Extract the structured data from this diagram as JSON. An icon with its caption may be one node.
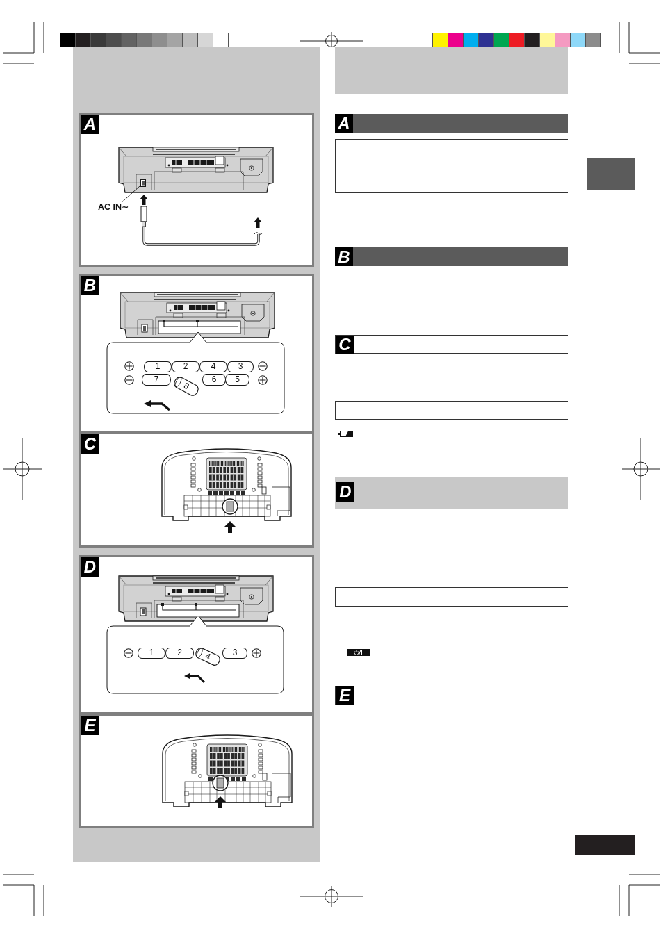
{
  "diagram": {
    "nodes": [
      {
        "text": [
          "A"
        ]
      },
      {
        "text": [
          "AC IN∼"
        ],
        "in": 0
      },
      {
        "text": [],
        "shape": "box",
        "in": 0
      },
      {
        "text": [
          "B"
        ]
      },
      {
        "text": [],
        "shape": "box",
        "in": 3
      },
      {
        "text": [
          "1"
        ],
        "in": 4
      },
      {
        "text": [
          "2"
        ],
        "in": 4
      },
      {
        "text": [
          "4"
        ],
        "in": 4
      },
      {
        "text": [
          "3"
        ],
        "in": 4
      },
      {
        "text": [
          "7"
        ],
        "in": 4
      },
      {
        "text": [
          "8"
        ],
        "in": 4
      },
      {
        "text": [
          "6"
        ],
        "in": 4
      },
      {
        "text": [
          "5"
        ],
        "in": 4
      },
      {
        "text": [
          "C"
        ]
      },
      {
        "text": [
          "D"
        ]
      },
      {
        "text": [],
        "shape": "box",
        "in": 14
      },
      {
        "text": [
          "1"
        ],
        "in": 15
      },
      {
        "text": [
          "2"
        ],
        "in": 15
      },
      {
        "text": [
          "4"
        ],
        "in": 15
      },
      {
        "text": [
          "3"
        ],
        "in": 15
      },
      {
        "text": [
          "E"
        ]
      },
      {
        "text": [],
        "shape": "box"
      },
      {
        "text": [
          "A"
        ]
      },
      {
        "text": [],
        "shape": "box"
      },
      {
        "text": [],
        "shape": "box"
      },
      {
        "text": [
          "B"
        ]
      },
      {
        "text": [
          "C"
        ]
      },
      {
        "text": [],
        "shape": "box"
      },
      {
        "text": [
          "D"
        ]
      },
      {
        "text": [],
        "shape": "box"
      },
      {
        "text": [
          "E"
        ]
      },
      {
        "text": [],
        "shape": "box"
      }
    ],
    "edges": [
      {
        "from": 1,
        "to": 2,
        "arrow": "none"
      }
    ]
  }
}
